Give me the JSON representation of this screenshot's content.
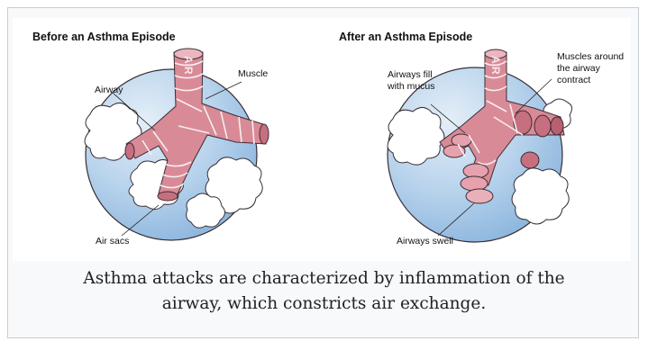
{
  "panels": [
    {
      "title": "Before an Asthma Episode",
      "air_label": "AIR",
      "labels": {
        "airway": "Airway",
        "muscle": "Muscle",
        "air_sacs": "Air sacs"
      }
    },
    {
      "title": "After an Asthma Episode",
      "air_label": "AIR",
      "labels": {
        "mucus": "Airways fill\nwith mucus",
        "muscles": "Muscles around\nthe airway\ncontract",
        "swell": "Airways swell"
      }
    }
  ],
  "caption": {
    "line1": "Asthma attacks are characterized by inflammation of the",
    "line2": "airway, which constricts air exchange."
  },
  "colors": {
    "circle_fill": "#a9c8e6",
    "circle_highlight": "#d8e6f3",
    "airway_pink": "#d98a97",
    "airway_light": "#ecb6bf",
    "swollen_pink": "#e7a0ad",
    "outline": "#3a2e34"
  }
}
